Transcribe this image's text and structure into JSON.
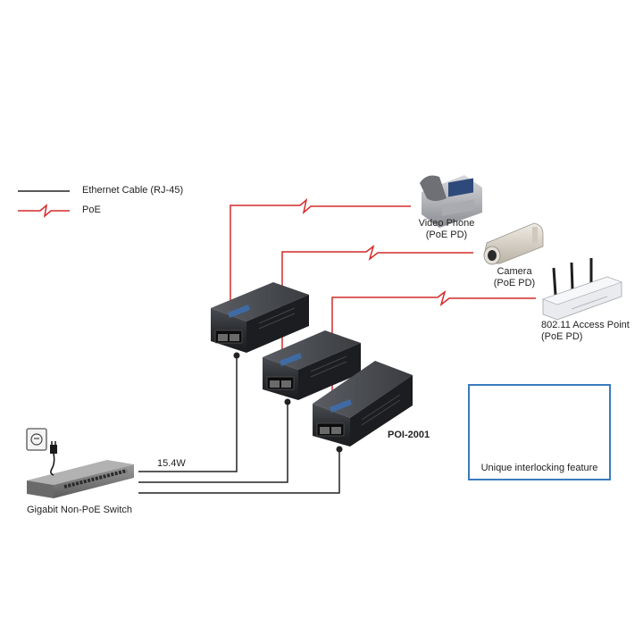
{
  "legend": {
    "ethernet_label": "Ethernet Cable (RJ-45)",
    "poe_label": "PoE"
  },
  "devices": {
    "video_phone": {
      "name": "Video Phone",
      "type": "(PoE PD)"
    },
    "camera": {
      "name": "Camera",
      "type": "(PoE PD)"
    },
    "access_point": {
      "name": "802.11 Access Point",
      "type": "(PoE PD)"
    },
    "switch": {
      "name": "Gigabit Non-PoE Switch"
    }
  },
  "injector_model": "POI-2001",
  "power_label": "15.4W",
  "inset": {
    "caption": "Unique interlocking feature"
  },
  "colors": {
    "poe": "#d42a2a",
    "ethernet": "#222222",
    "inset_border": "#3a7bbf",
    "arrow": "#4a9fd8",
    "injector_body": "#2a2c30"
  }
}
